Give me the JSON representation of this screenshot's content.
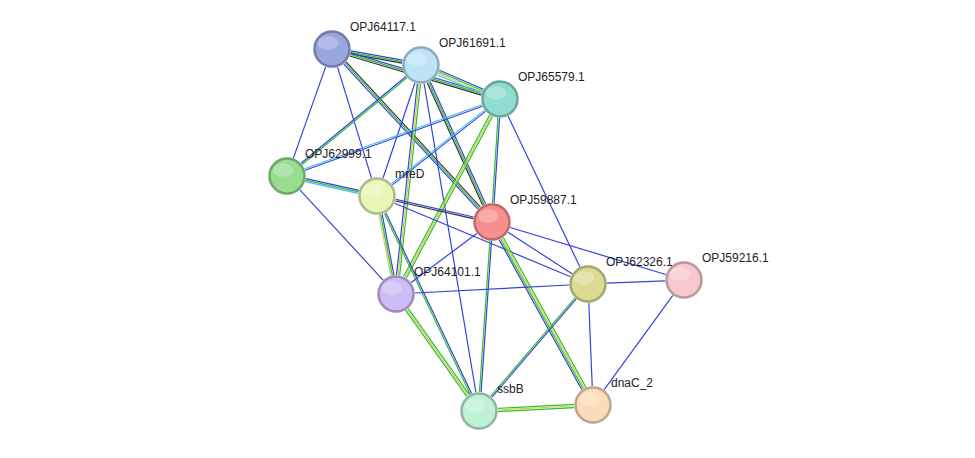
{
  "diagram": {
    "nodes": [
      {
        "text": [
          "OPJ64117.1"
        ]
      },
      {
        "text": [
          "OPJ61691.1"
        ]
      },
      {
        "text": [
          "OPJ65579.1"
        ]
      },
      {
        "text": [
          "OPJ62999.1"
        ]
      },
      {
        "text": [
          "mreD"
        ]
      },
      {
        "text": [
          "OPJ59887.1"
        ]
      },
      {
        "text": [
          "OPJ64101.1"
        ]
      },
      {
        "text": [
          "OPJ62326.1"
        ]
      },
      {
        "text": [
          "OPJ59216.1"
        ]
      },
      {
        "text": [
          "ssbB"
        ]
      },
      {
        "text": [
          "dnaC_2"
        ]
      }
    ],
    "edges": [
      {
        "from": 0,
        "to": 1,
        "arrow": "none"
      },
      {
        "from": 0,
        "to": 2,
        "arrow": "none"
      },
      {
        "from": 0,
        "to": 3,
        "arrow": "none"
      },
      {
        "from": 0,
        "to": 4,
        "arrow": "none"
      },
      {
        "from": 0,
        "to": 5,
        "arrow": "none"
      },
      {
        "from": 1,
        "to": 2,
        "arrow": "none"
      },
      {
        "from": 1,
        "to": 3,
        "arrow": "none"
      },
      {
        "from": 1,
        "to": 4,
        "arrow": "none"
      },
      {
        "from": 1,
        "to": 5,
        "arrow": "none"
      },
      {
        "from": 1,
        "to": 6,
        "arrow": "none"
      },
      {
        "from": 1,
        "to": 9,
        "arrow": "none"
      },
      {
        "from": 2,
        "to": 3,
        "arrow": "none"
      },
      {
        "from": 2,
        "to": 4,
        "arrow": "none"
      },
      {
        "from": 2,
        "to": 5,
        "arrow": "none"
      },
      {
        "from": 2,
        "to": 6,
        "arrow": "none"
      },
      {
        "from": 2,
        "to": 7,
        "arrow": "none"
      },
      {
        "from": 3,
        "to": 4,
        "arrow": "none"
      },
      {
        "from": 3,
        "to": 6,
        "arrow": "none"
      },
      {
        "from": 4,
        "to": 5,
        "arrow": "none"
      },
      {
        "from": 4,
        "to": 6,
        "arrow": "none"
      },
      {
        "from": 4,
        "to": 9,
        "arrow": "none"
      },
      {
        "from": 4,
        "to": 7,
        "arrow": "none"
      },
      {
        "from": 5,
        "to": 6,
        "arrow": "none"
      },
      {
        "from": 5,
        "to": 7,
        "arrow": "none"
      },
      {
        "from": 5,
        "to": 8,
        "arrow": "none"
      },
      {
        "from": 5,
        "to": 9,
        "arrow": "none"
      },
      {
        "from": 5,
        "to": 10,
        "arrow": "none"
      },
      {
        "from": 6,
        "to": 7,
        "arrow": "none"
      },
      {
        "from": 6,
        "to": 9,
        "arrow": "none"
      },
      {
        "from": 7,
        "to": 8,
        "arrow": "none"
      },
      {
        "from": 7,
        "to": 9,
        "arrow": "none"
      },
      {
        "from": 7,
        "to": 10,
        "arrow": "none"
      },
      {
        "from": 8,
        "to": 10,
        "arrow": "none"
      },
      {
        "from": 9,
        "to": 10,
        "arrow": "none"
      }
    ]
  }
}
